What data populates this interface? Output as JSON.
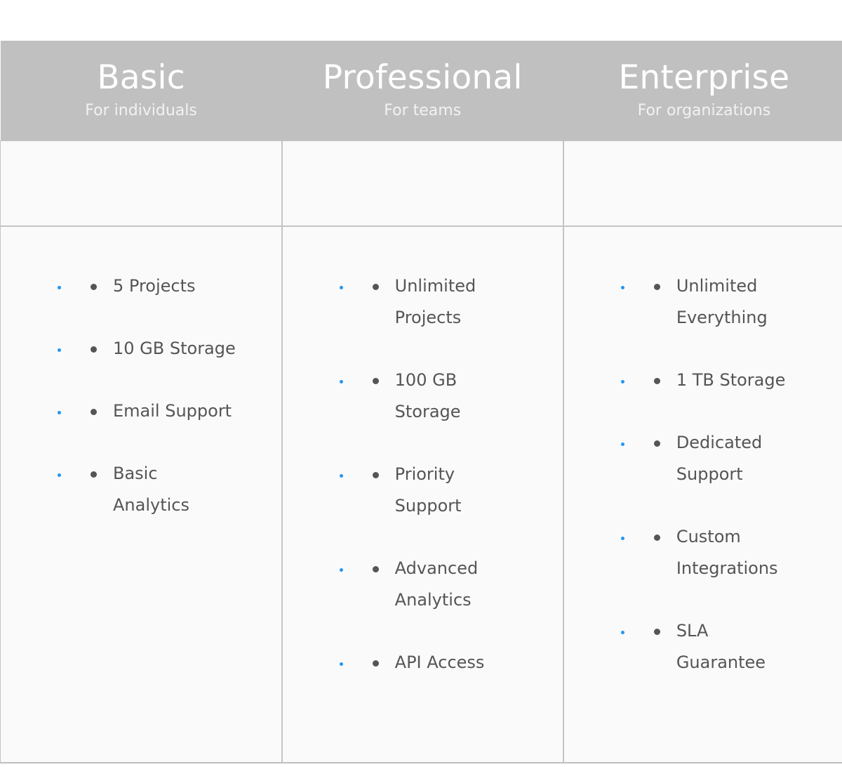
{
  "table": {
    "columns": [
      {
        "id": "basic",
        "name": "Basic",
        "tagline": "For individuals",
        "price": "",
        "features": [
          "5 Projects",
          "10 GB Storage",
          "Email Support",
          "Basic Analytics"
        ]
      },
      {
        "id": "professional",
        "name": "Professional",
        "tagline": "For teams",
        "price": "",
        "features": [
          "Unlimited Projects",
          "100 GB Storage",
          "Priority Support",
          "Advanced Analytics",
          "API Access"
        ]
      },
      {
        "id": "enterprise",
        "name": "Enterprise",
        "tagline": "For organizations",
        "price": "",
        "features": [
          "Unlimited Everything",
          "1 TB Storage",
          "Dedicated Support",
          "Custom Integrations",
          "SLA Guarantee"
        ]
      }
    ]
  },
  "style": {
    "header_background": "#c0c0c0",
    "header_text": "#ffffff",
    "cell_background": "#fafafa",
    "body_text": "#555555",
    "border": "#c4c4c4",
    "marker_accent": "#2196f3",
    "bullet": "#555555",
    "page_background": "#ffffff"
  },
  "icons": {
    "list_marker": "bullet-icon",
    "accent_marker": "accent-bullet-icon"
  }
}
